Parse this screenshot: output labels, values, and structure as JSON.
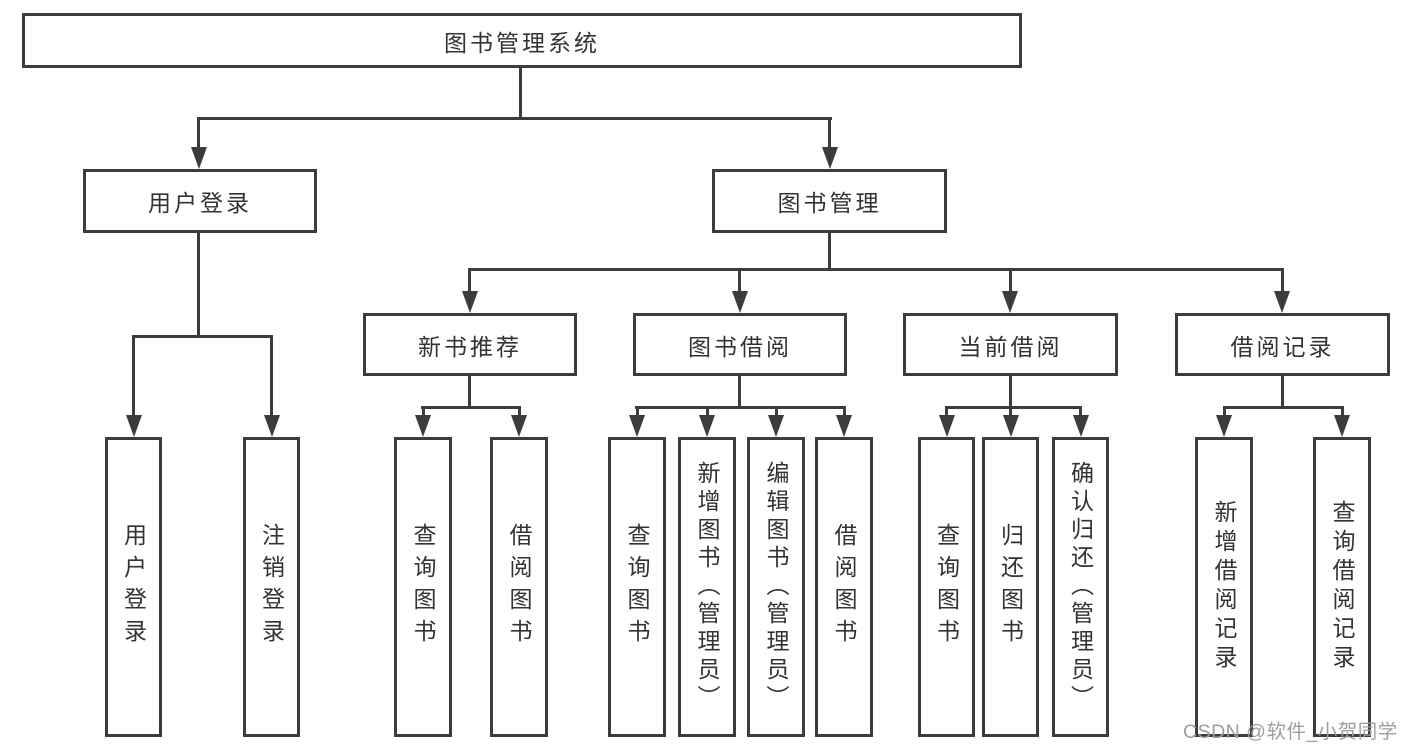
{
  "colors": {
    "line": "#3c3c3c",
    "text": "#333333",
    "background": "#ffffff",
    "watermark": "#9e9e9e"
  },
  "diagram": {
    "root": {
      "label": "图书管理系统",
      "children": [
        {
          "label": "用户登录",
          "children": [
            {
              "label": "用户登录"
            },
            {
              "label": "注销登录"
            }
          ]
        },
        {
          "label": "图书管理",
          "children": [
            {
              "label": "新书推荐",
              "children": [
                {
                  "label": "查询图书"
                },
                {
                  "label": "借阅图书"
                }
              ]
            },
            {
              "label": "图书借阅",
              "children": [
                {
                  "label": "查询图书"
                },
                {
                  "label": "新增图书（管理员）"
                },
                {
                  "label": "编辑图书（管理员）"
                },
                {
                  "label": "借阅图书"
                }
              ]
            },
            {
              "label": "当前借阅",
              "children": [
                {
                  "label": "查询图书"
                },
                {
                  "label": "归还图书"
                },
                {
                  "label": "确认归还（管理员）"
                }
              ]
            },
            {
              "label": "借阅记录",
              "children": [
                {
                  "label": "新增借阅记录"
                },
                {
                  "label": "查询借阅记录"
                }
              ]
            }
          ]
        }
      ]
    }
  },
  "watermark": {
    "text": "CSDN @软件_小贺同学"
  }
}
